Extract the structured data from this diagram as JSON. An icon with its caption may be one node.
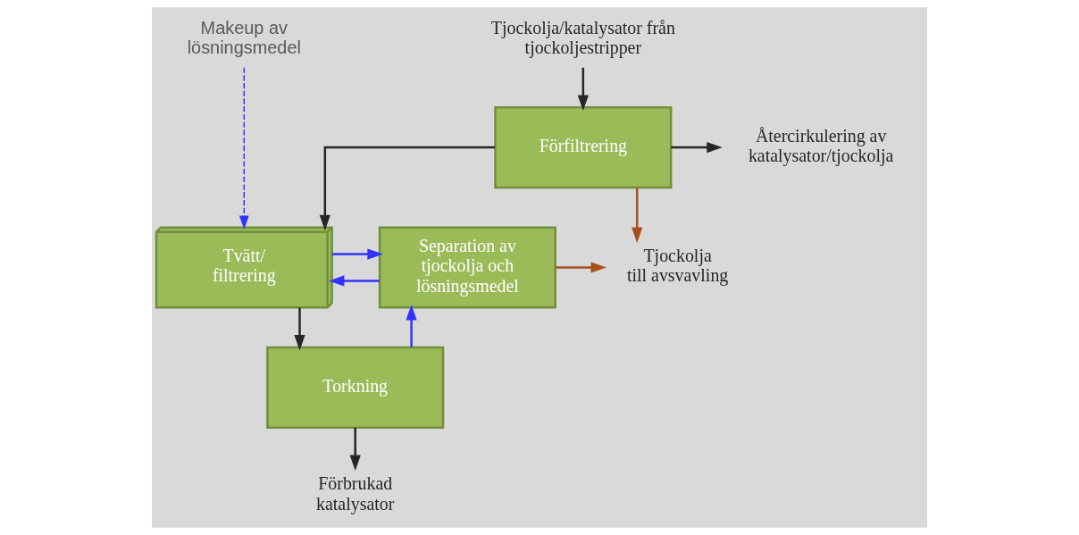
{
  "diagram": {
    "nodes": [
      {
        "text": [
          "Tjockolja/katalysator från tjockoljestripper"
        ]
      },
      {
        "text": [
          "Förfiltrering"
        ]
      },
      {
        "text": [
          "Återcirkulering av katalysator/tjockolja"
        ]
      },
      {
        "text": [
          "Tvätt/ filtrering"
        ]
      },
      {
        "text": [
          "Separation av tjockolja och lösningsmedel"
        ]
      },
      {
        "text": [
          "Makeup av lösningsmedel"
        ]
      },
      {
        "text": [
          "Tjockolja till avsvavling"
        ]
      },
      {
        "text": [
          "Torkning"
        ]
      },
      {
        "text": [
          "Förbrukad katalysator"
        ]
      }
    ],
    "edges": [
      {
        "from": 0,
        "to": 1,
        "arrow": "to"
      },
      {
        "from": 1,
        "to": 2,
        "arrow": "to"
      },
      {
        "from": 1,
        "to": 3,
        "arrow": "to"
      },
      {
        "from": 1,
        "to": 6,
        "arrow": "to",
        "color": "#a5501c"
      },
      {
        "from": 5,
        "to": 3,
        "arrow": "to",
        "style": "dashed",
        "color": "#3333ff"
      },
      {
        "from": 4,
        "to": 3,
        "arrow": "to",
        "color": "#3333ff"
      },
      {
        "from": 3,
        "to": 4,
        "arrow": "to",
        "color": "#3333ff"
      },
      {
        "from": 7,
        "to": 4,
        "arrow": "to",
        "color": "#3333ff"
      },
      {
        "from": 4,
        "to": 6,
        "arrow": "to",
        "color": "#a5501c"
      },
      {
        "from": 3,
        "to": 7,
        "arrow": "to"
      },
      {
        "from": 7,
        "to": 8,
        "arrow": "to"
      }
    ]
  }
}
